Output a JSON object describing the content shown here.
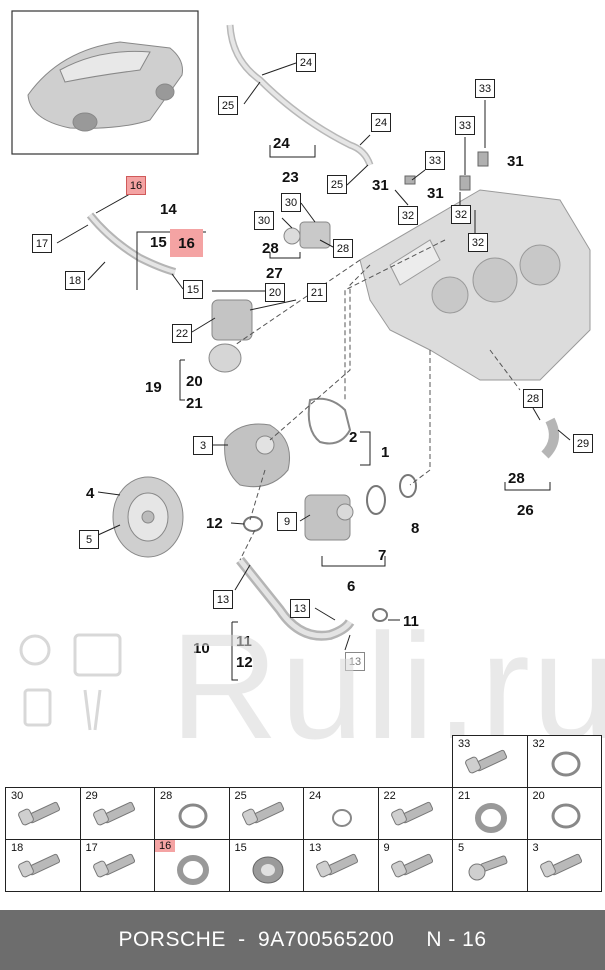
{
  "footer": {
    "brand": "PORSCHE",
    "separator": "-",
    "part_number": "9A700565200",
    "page": "N - 16"
  },
  "watermark": "Ruli.ru",
  "callouts": [
    {
      "id": "c16a",
      "text": "16",
      "hl": true
    },
    {
      "id": "c17",
      "text": "17"
    },
    {
      "id": "c18",
      "text": "18"
    },
    {
      "id": "c15",
      "text": "15"
    },
    {
      "id": "c22",
      "text": "22"
    },
    {
      "id": "c20",
      "text": "20"
    },
    {
      "id": "c21",
      "text": "21"
    },
    {
      "id": "c24a",
      "text": "24"
    },
    {
      "id": "c25a",
      "text": "25"
    },
    {
      "id": "c24b",
      "text": "24"
    },
    {
      "id": "c25b",
      "text": "25"
    },
    {
      "id": "c30",
      "text": "30"
    },
    {
      "id": "c30b",
      "text": "30"
    },
    {
      "id": "c28a",
      "text": "28"
    },
    {
      "id": "c33a",
      "text": "33"
    },
    {
      "id": "c33b",
      "text": "33"
    },
    {
      "id": "c33c",
      "text": "33"
    },
    {
      "id": "c32a",
      "text": "32"
    },
    {
      "id": "c32b",
      "text": "32"
    },
    {
      "id": "c32c",
      "text": "32"
    },
    {
      "id": "c28b",
      "text": "28"
    },
    {
      "id": "c29",
      "text": "29"
    },
    {
      "id": "c3",
      "text": "3"
    },
    {
      "id": "c5",
      "text": "5"
    },
    {
      "id": "c9",
      "text": "9"
    },
    {
      "id": "c13a",
      "text": "13"
    },
    {
      "id": "c13b",
      "text": "13"
    },
    {
      "id": "c13c",
      "text": "13"
    }
  ],
  "numbers": [
    {
      "id": "n14",
      "text": "14"
    },
    {
      "id": "n15",
      "text": "15"
    },
    {
      "id": "n16hl",
      "text": "16"
    },
    {
      "id": "n24",
      "text": "24"
    },
    {
      "id": "n23",
      "text": "23"
    },
    {
      "id": "n28",
      "text": "28"
    },
    {
      "id": "n27",
      "text": "27"
    },
    {
      "id": "n31a",
      "text": "31"
    },
    {
      "id": "n31b",
      "text": "31"
    },
    {
      "id": "n31c",
      "text": "31"
    },
    {
      "id": "n19",
      "text": "19"
    },
    {
      "id": "n20",
      "text": "20"
    },
    {
      "id": "n21",
      "text": "21"
    },
    {
      "id": "n2",
      "text": "2"
    },
    {
      "id": "n1",
      "text": "1"
    },
    {
      "id": "n4",
      "text": "4"
    },
    {
      "id": "n12a",
      "text": "12"
    },
    {
      "id": "n8",
      "text": "8"
    },
    {
      "id": "n7",
      "text": "7"
    },
    {
      "id": "n6",
      "text": "6"
    },
    {
      "id": "n28b",
      "text": "28"
    },
    {
      "id": "n26",
      "text": "26"
    },
    {
      "id": "n11a",
      "text": "11"
    },
    {
      "id": "n10",
      "text": "10"
    },
    {
      "id": "n11b",
      "text": "11"
    },
    {
      "id": "n12b",
      "text": "12"
    }
  ],
  "grid": {
    "row0": [
      {
        "label": "33",
        "part": "bolt"
      },
      {
        "label": "32",
        "part": "ring"
      }
    ],
    "row1": [
      {
        "label": "30",
        "part": "bolt"
      },
      {
        "label": "29",
        "part": "bolt"
      },
      {
        "label": "28",
        "part": "ring"
      },
      {
        "label": "25",
        "part": "bolt"
      },
      {
        "label": "24",
        "part": "ring-small"
      },
      {
        "label": "22",
        "part": "bolt"
      },
      {
        "label": "21",
        "part": "ring-thick"
      },
      {
        "label": "20",
        "part": "ring"
      }
    ],
    "row2": [
      {
        "label": "18",
        "part": "bolt"
      },
      {
        "label": "17",
        "part": "bolt"
      },
      {
        "label": "16",
        "part": "ring-thick",
        "hl": true
      },
      {
        "label": "15",
        "part": "grommet"
      },
      {
        "label": "13",
        "part": "bolt"
      },
      {
        "label": "9",
        "part": "bolt"
      },
      {
        "label": "5",
        "part": "bolt-round"
      },
      {
        "label": "3",
        "part": "bolt"
      }
    ]
  }
}
